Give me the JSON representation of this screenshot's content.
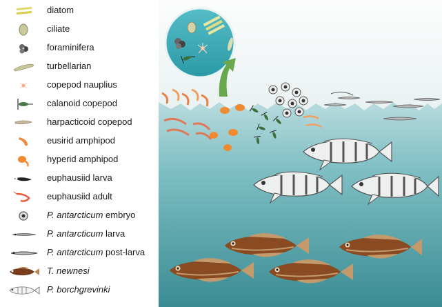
{
  "legend": {
    "items": [
      {
        "label": "diatom",
        "icon": "diatom-icon"
      },
      {
        "label": "ciliate",
        "icon": "ciliate-icon"
      },
      {
        "label": "foraminifera",
        "icon": "foraminifera-icon"
      },
      {
        "label": "turbellarian",
        "icon": "turbellarian-icon"
      },
      {
        "label": "copepod nauplius",
        "icon": "copepod-nauplius-icon"
      },
      {
        "label": "calanoid copepod",
        "icon": "calanoid-copepod-icon"
      },
      {
        "label": "harpacticoid copepod",
        "icon": "harpacticoid-copepod-icon"
      },
      {
        "label": "eusirid amphipod",
        "icon": "eusirid-amphipod-icon"
      },
      {
        "label": "hyperid amphipod",
        "icon": "hyperid-amphipod-icon"
      },
      {
        "label": "euphausiid larva",
        "icon": "euphausiid-larva-icon"
      },
      {
        "label": "euphausiid adult",
        "icon": "euphausiid-adult-icon"
      },
      {
        "italic": "P. antarcticum",
        "rest": " embryo",
        "icon": "embryo-icon"
      },
      {
        "italic": "P. antarcticum",
        "rest": " larva",
        "icon": "larva-icon"
      },
      {
        "italic": "P. antarcticum",
        "rest": " post-larva",
        "icon": "post-larva-icon"
      },
      {
        "italic": "T. newnesi",
        "rest": "",
        "icon": "t-newnesi-icon"
      },
      {
        "italic": "P. borchgrevinki",
        "rest": "",
        "icon": "p-borchgrevinki-icon"
      }
    ]
  },
  "colors": {
    "ice_top": "#e4e8e8",
    "water_mid": "#b8d9dc",
    "water_deep": "#3f8f96",
    "bubble": "#3aa9b5",
    "arrow": "#6aa84f",
    "borch_body": "#eef0f0",
    "borch_band": "#555555",
    "newnesi_body": "#8a4a22",
    "newnesi_fin": "#c49a6c",
    "krill": "#e8804a",
    "amphipod": "#f0a060"
  }
}
